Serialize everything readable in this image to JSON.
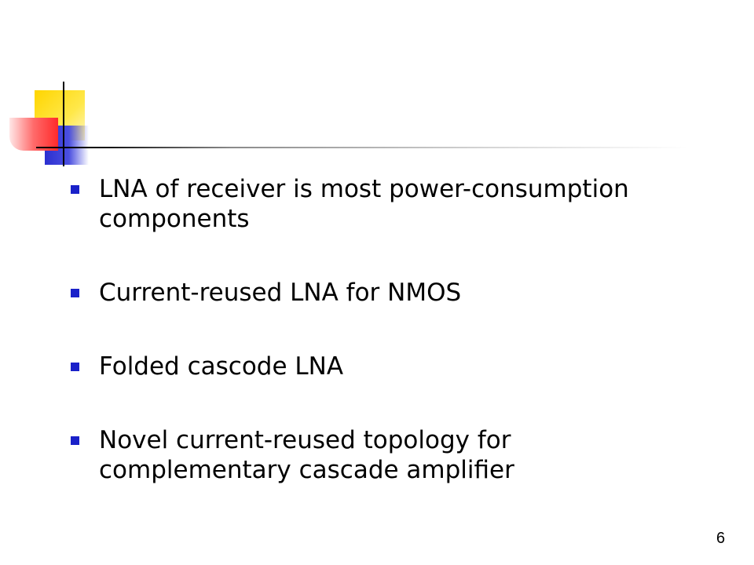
{
  "slide": {
    "bullets": [
      "LNA of receiver is most power-consumption components",
      "Current-reused LNA for NMOS",
      "Folded cascode LNA",
      "Novel current-reused  topology for complementary cascade amplifier"
    ],
    "page_number": "6"
  },
  "colors": {
    "bullet_marker": "#1a21c9",
    "deco_yellow": "#ffd500",
    "deco_blue": "#2b2fd0",
    "deco_red": "#ff2a2a"
  },
  "icons": {
    "logo": "slide-template-logo-icon",
    "bullet": "square-bullet-icon"
  }
}
